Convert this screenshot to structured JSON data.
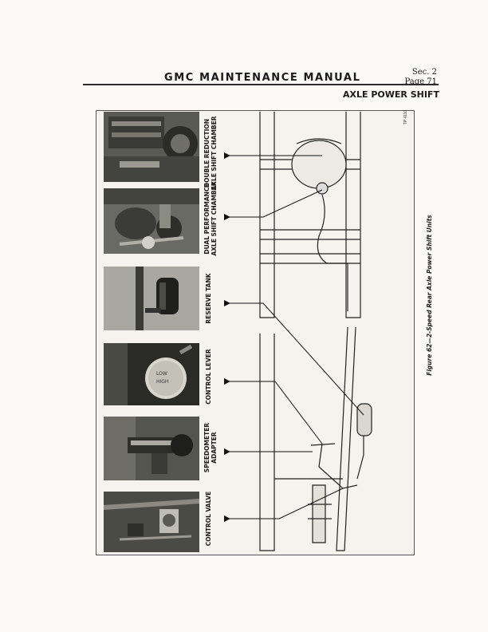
{
  "header": {
    "title": "GMC MAINTENANCE MANUAL",
    "section": "Sec. 2",
    "page": "Page 71"
  },
  "section_title": "AXLE POWER SHIFT",
  "figure": {
    "caption": "Figure 62—2-Speed Rear Axle Power Shift Units",
    "code": "TP 4110",
    "labels": [
      {
        "lines": [
          "DOUBLE REDUCTION",
          "AXLE SHIFT CHAMBER"
        ]
      },
      {
        "lines": [
          "DUAL PERFORMANCE",
          "AXLE SHIFT CHAMBER"
        ]
      },
      {
        "lines": [
          "RESERVE TANK"
        ]
      },
      {
        "lines": [
          "CONTROL LEVER"
        ]
      },
      {
        "lines": [
          "SPEEDOMETER",
          "ADAPTER"
        ]
      },
      {
        "lines": [
          "CONTROL VALVE"
        ]
      }
    ]
  }
}
